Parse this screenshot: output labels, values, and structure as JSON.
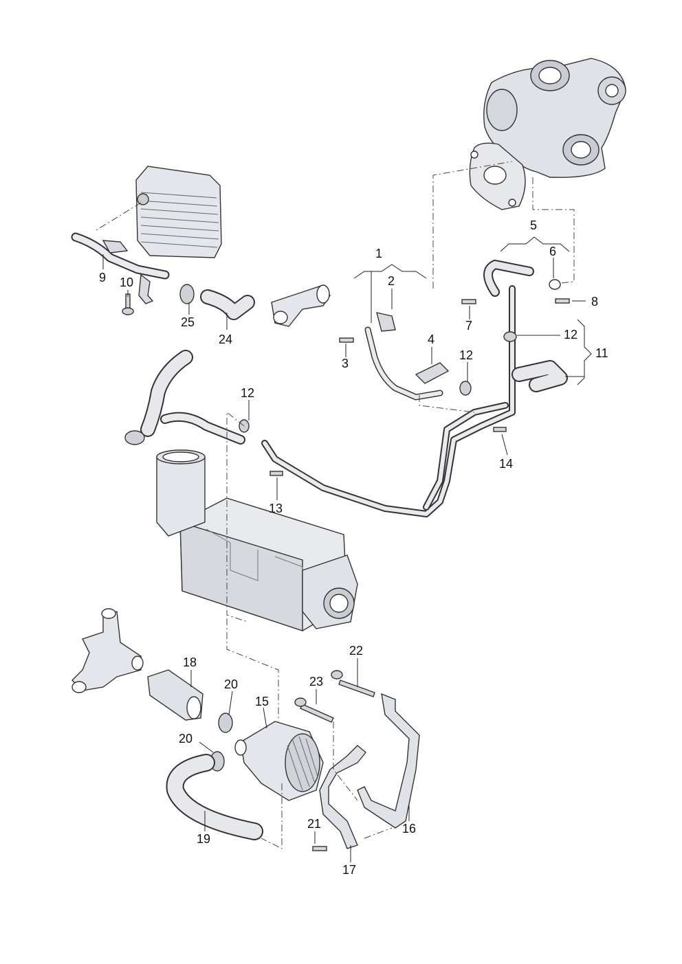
{
  "callouts": [
    "1",
    "2",
    "3",
    "4",
    "5",
    "6",
    "7",
    "8",
    "9",
    "10",
    "11",
    "12",
    "12",
    "12",
    "13",
    "14",
    "15",
    "16",
    "17",
    "18",
    "19",
    "20",
    "20",
    "21",
    "22",
    "23",
    "24",
    "25"
  ],
  "colors": {
    "background": "#ffffff",
    "part_fill": "#e6e8ec",
    "part_shade": "#c9ccd2",
    "outline": "#333333",
    "leader": "#222222",
    "text": "#111111"
  }
}
